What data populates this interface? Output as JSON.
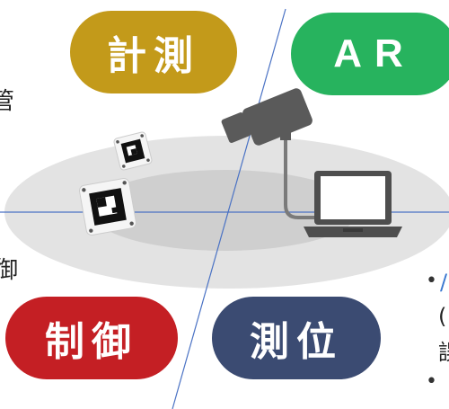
{
  "labels": {
    "measure": "計測",
    "ar": "AR",
    "control": "制御",
    "position": "測位"
  },
  "edge_text": {
    "left_top": "管",
    "left_bottom": "御",
    "right_bullet_1": "•",
    "right_char_1": "/",
    "right_char_2": "(",
    "right_char_3": "誤",
    "right_bullet_2": "•"
  },
  "colors": {
    "measure": "#c39a1a",
    "ar": "#27b35e",
    "control": "#c41f24",
    "position": "#3b4b72",
    "axis_line": "#4a72c4",
    "ellipse_outer": "#e3e3e3",
    "ellipse_inner": "#cfcfcf",
    "camera": "#5a5a5a",
    "laptop": "#4e4e4e"
  },
  "icons": {
    "camera": "security-camera-icon",
    "laptop": "laptop-icon",
    "marker_small": "ar-marker-icon",
    "marker_large": "ar-marker-icon"
  }
}
